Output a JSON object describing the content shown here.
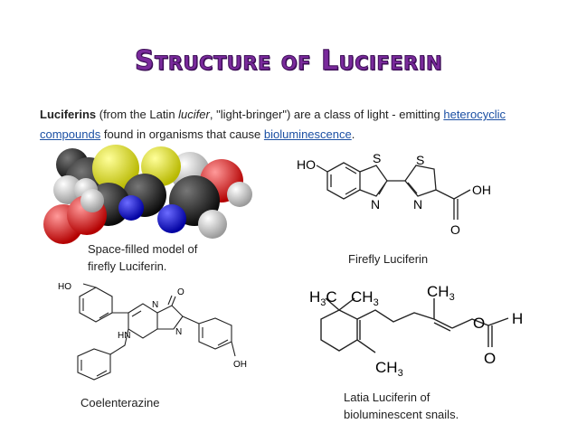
{
  "title": "Structure of Luciferin",
  "intro": {
    "term": "Luciferins",
    "part1": " (from the Latin ",
    "latin": "lucifer",
    "part2": ", \"light-bringer\") are a class of light   - emitting ",
    "link1": "heterocyclic compounds",
    "part3": " found in organisms that cause ",
    "link2": "bioluminescence",
    "part4": "."
  },
  "captions": {
    "space_filled_line1": "Space-filled model of",
    "space_filled_line2": "firefly Luciferin.",
    "firefly": "Firefly  Luciferin",
    "coelenterazine": "Coelenterazine",
    "latia_line1": "Latia  Luciferin of",
    "latia_line2": "bioluminescent snails."
  },
  "firefly_labels": {
    "ho": "HO",
    "s1": "S",
    "s2": "S",
    "n1": "N",
    "n2": "N",
    "oh": "OH",
    "o": "O"
  },
  "coel_labels": {
    "ho": "HO",
    "o": "O",
    "n1": "N",
    "n2": "N",
    "hn": "HN",
    "oh": "OH"
  },
  "latia_labels": {
    "ch3_a": "H",
    "ch3_b": "CH",
    "ch3_top": "CH",
    "ch3_bot": "CH",
    "o1": "O",
    "o2": "O",
    "h": "H",
    "sub": "3"
  }
}
